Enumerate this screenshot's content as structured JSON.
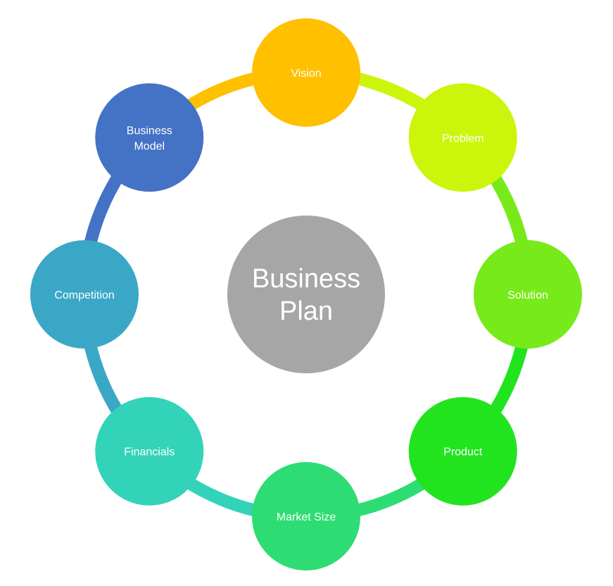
{
  "center": {
    "label_lines": [
      "Business",
      "Plan"
    ],
    "color": "#a6a6a6"
  },
  "nodes": [
    {
      "id": "vision",
      "lines": [
        "Vision"
      ],
      "color": "#ffc000"
    },
    {
      "id": "problem",
      "lines": [
        "Problem"
      ],
      "color": "#ccf50c"
    },
    {
      "id": "solution",
      "lines": [
        "Solution"
      ],
      "color": "#77ea19"
    },
    {
      "id": "product",
      "lines": [
        "Product"
      ],
      "color": "#21e41f"
    },
    {
      "id": "market-size",
      "lines": [
        "Market Size"
      ],
      "color": "#2ddd73"
    },
    {
      "id": "financials",
      "lines": [
        "Financials"
      ],
      "color": "#33d3b9"
    },
    {
      "id": "competition",
      "lines": [
        "Competition"
      ],
      "color": "#3ba7c7"
    },
    {
      "id": "business-model",
      "lines": [
        "Business",
        "Model"
      ],
      "color": "#4472c4"
    }
  ]
}
